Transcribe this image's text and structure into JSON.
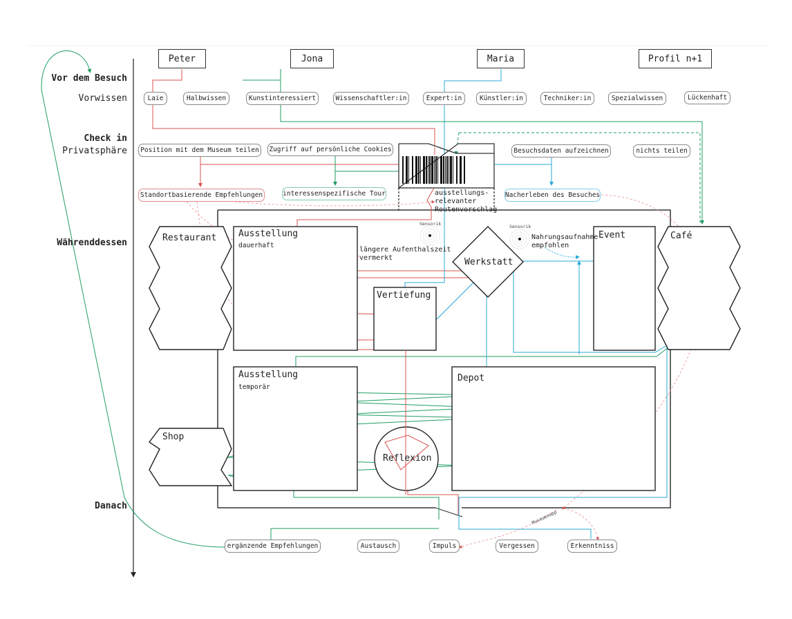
{
  "phases": {
    "before": "Vor dem Besuch",
    "prior_knowledge": "Vorwissen",
    "checkin": "Check in",
    "privacy": "Privatsphäre",
    "during": "Währenddessen",
    "after": "Danach"
  },
  "profiles": [
    "Peter",
    "Jona",
    "Maria",
    "Profil n+1"
  ],
  "knowledge_levels": [
    "Laie",
    "Halbwissen",
    "Kunstinteressiert",
    "Wissenschaftler:in",
    "Expert:in",
    "Künstler:in",
    "Techniker:in",
    "Spezialwissen",
    "Lückenhaft"
  ],
  "privacy_options": [
    "Position mit dem Museum teilen",
    "Zugriff auf persönliche Cookies",
    "Besuchsdaten aufzeichnen",
    "nichts teilen"
  ],
  "outcomes": [
    "Standortbasierende Empfehlungen",
    "interessenspezifische Tour",
    "Nacherleben des Besuches"
  ],
  "barcode_note": "ausstellungs-\nrelevanter\nRoutenvorschlag",
  "rooms": {
    "restaurant": "Restaurant",
    "exhibition_permanent": "Ausstellung",
    "exhibition_permanent_sub": "dauerhaft",
    "deepening": "Vertiefung",
    "workshop": "Werkstatt",
    "event": "Event",
    "cafe": "Café",
    "exhibition_temporary": "Ausstellung",
    "exhibition_temporary_sub": "temporär",
    "depot": "Depot",
    "shop": "Shop",
    "reflection": "Reflexion"
  },
  "annotations": {
    "longer_stay": "längere Aufenthalszeit\nvermerkt",
    "food_recommended": "Nahrungsaufnahme\nempfohlen",
    "sensor_1": "Sensorik",
    "sensor_2": "Sensorik",
    "app": "Museumsapp"
  },
  "after_items": [
    "ergänzende Empfehlungen",
    "Austausch",
    "Impuls",
    "Vergessen",
    "Erkenntniss"
  ],
  "colors": {
    "peter": "#d9534f",
    "jona": "#1e9e62",
    "maria": "#29a8d6",
    "outline": "#222222"
  }
}
